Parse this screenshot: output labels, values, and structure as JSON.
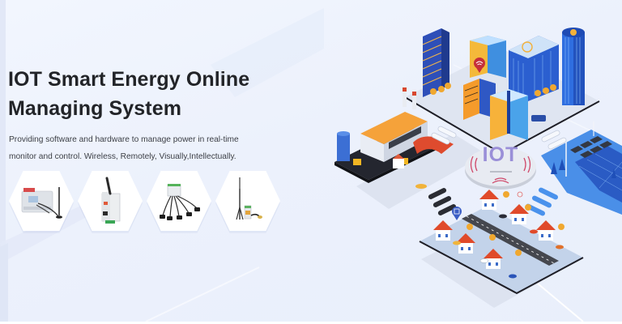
{
  "hero": {
    "title_lines": [
      "IOT Smart Energy Online",
      "Managing System"
    ],
    "subtitle_lines": [
      "Providing software and hardware to manage power in real-time",
      "monitor and control. Wireless, Remotely, Visually,Intellectually."
    ],
    "products": [
      {
        "name": "wireless-energy-meter-with-antenna"
      },
      {
        "name": "wireless-gateway-module"
      },
      {
        "name": "multi-channel-meter-with-ct-sensors"
      },
      {
        "name": "wireless-meter-with-mast-antenna"
      }
    ]
  },
  "illustration": {
    "hub_label": "IOT",
    "zones": [
      "city-buildings",
      "factory",
      "solar-wind-farm",
      "residential-houses"
    ],
    "colors": {
      "background": "#ecf1fc",
      "building_blue": "#2f56c9",
      "building_orange": "#f5a623",
      "roof_red": "#e0492e",
      "hub_text": "#9a8fd8",
      "solar_blue": "#3a7be8",
      "signal_red": "#d64a6a"
    }
  }
}
